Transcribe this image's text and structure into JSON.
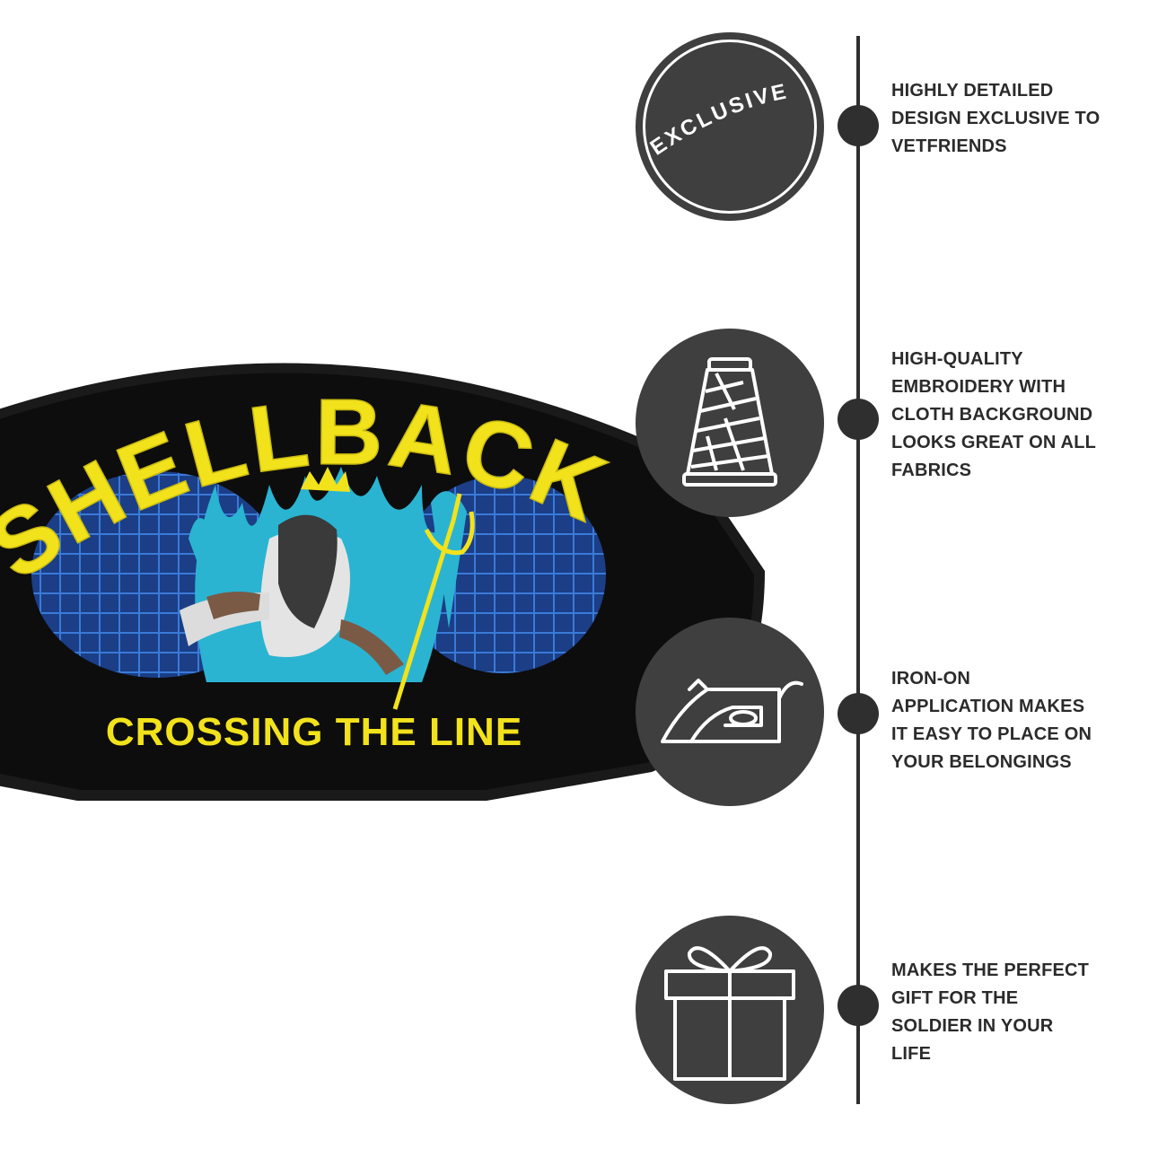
{
  "patch": {
    "top_text": "SHELLBACK",
    "bottom_text": "CROSSING THE LINE",
    "colors": {
      "patch_bg": "#0d0d0d",
      "lettering": "#f2e21c",
      "globe": "#2860b8",
      "flames": "#2ab4d2"
    }
  },
  "features": [
    {
      "icon": "exclusive-badge-icon",
      "badge_text": "EXCLUSIVE",
      "lines": [
        "HIGHLY DETAILED",
        "DESIGN EXCLUSIVE TO",
        "VETFRIENDS"
      ]
    },
    {
      "icon": "thread-spool-icon",
      "lines": [
        "HIGH-QUALITY",
        "EMBROIDERY WITH",
        "CLOTH BACKGROUND",
        "LOOKS GREAT ON ALL",
        "FABRICS"
      ]
    },
    {
      "icon": "iron-icon",
      "lines": [
        "IRON-ON",
        "APPLICATION MAKES",
        "IT EASY TO PLACE ON",
        "YOUR BELONGINGS"
      ]
    },
    {
      "icon": "gift-icon",
      "lines": [
        "MAKES THE PERFECT",
        "GIFT FOR THE",
        "SOLDIER IN YOUR",
        "LIFE"
      ]
    }
  ],
  "colors": {
    "circle": "#3f3f3f",
    "timeline": "#2f2f2f",
    "text": "#2b2b2b"
  }
}
